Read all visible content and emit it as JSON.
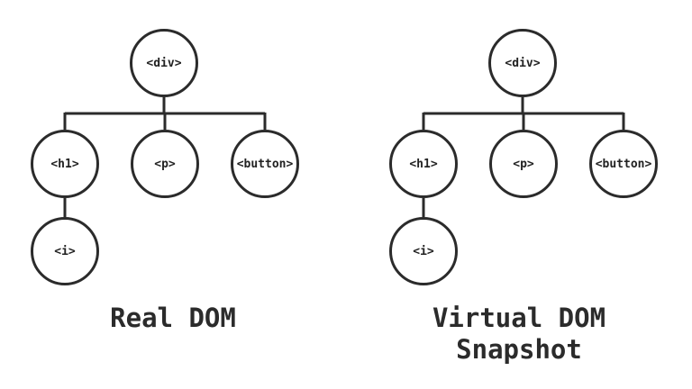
{
  "diagrams": [
    {
      "caption_lines": [
        "Real DOM"
      ],
      "nodes": {
        "root": "<div>",
        "child1": "<h1>",
        "child2": "<p>",
        "child3": "<button>",
        "grandchild": "<i>"
      }
    },
    {
      "caption_lines": [
        "Virtual DOM",
        "Snapshot"
      ],
      "nodes": {
        "root": "<div>",
        "child1": "<h1>",
        "child2": "<p>",
        "child3": "<button>",
        "grandchild": "<i>"
      }
    }
  ],
  "edges": [
    [
      "root",
      "child1"
    ],
    [
      "root",
      "child2"
    ],
    [
      "root",
      "child3"
    ],
    [
      "child1",
      "grandchild"
    ]
  ],
  "colors": {
    "stroke": "#2b2b2b",
    "background": "#ffffff",
    "text": "#222222"
  }
}
